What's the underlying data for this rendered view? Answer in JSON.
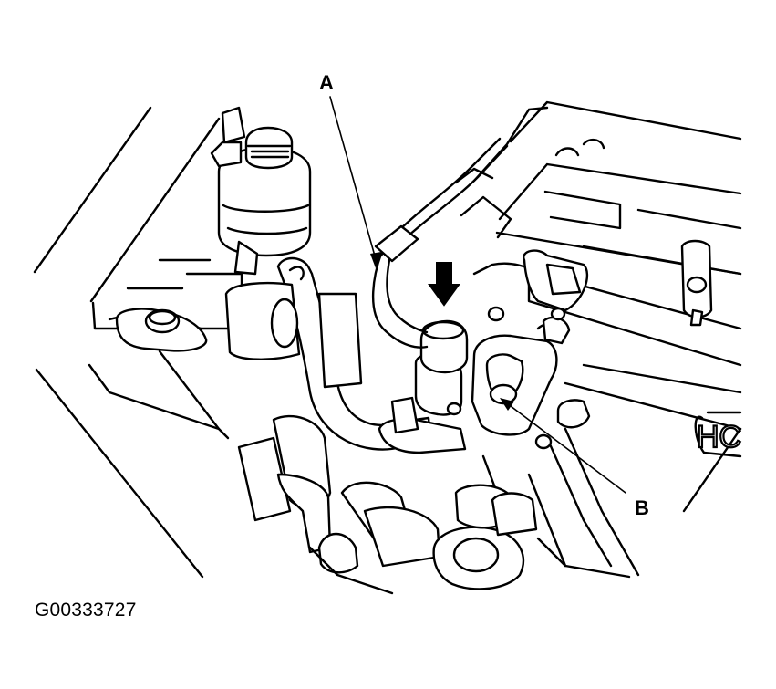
{
  "figure": {
    "figure_id": "G00333727",
    "callouts": [
      {
        "label": "A"
      },
      {
        "label": "B"
      }
    ],
    "emblem_text": "HC"
  },
  "colors": {
    "line": "#000000",
    "background": "#ffffff"
  },
  "icons": {
    "service_arrow": "down-arrow-icon"
  }
}
